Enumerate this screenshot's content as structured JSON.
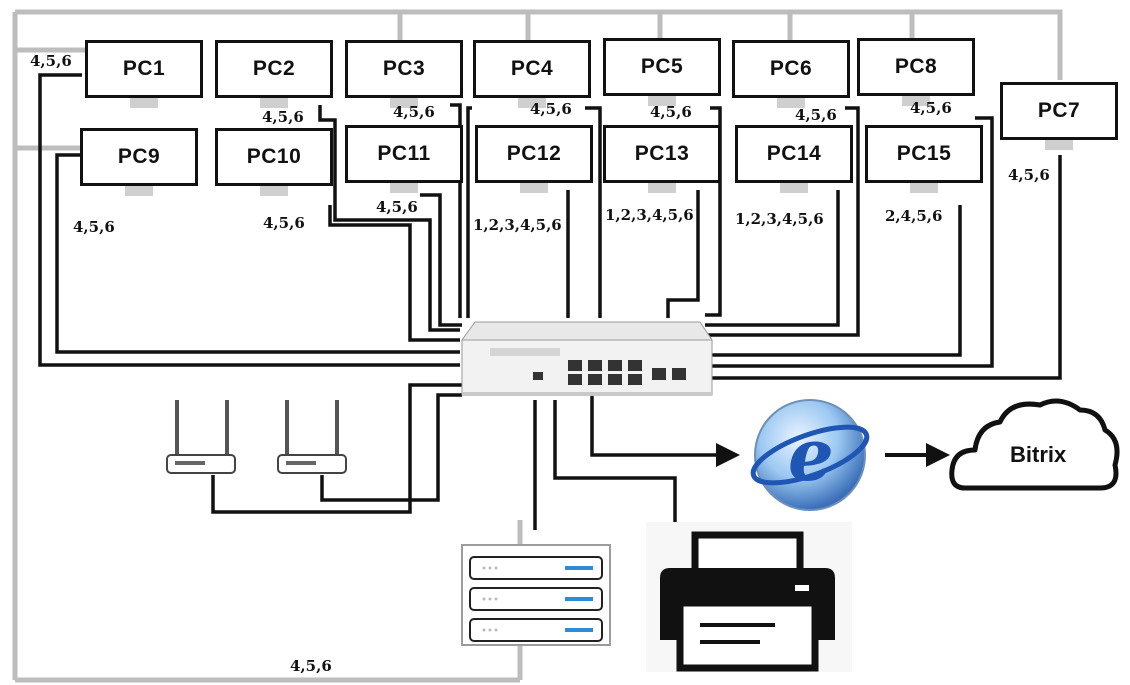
{
  "pcs": [
    {
      "id": "pc1",
      "label": "PC1"
    },
    {
      "id": "pc2",
      "label": "PC2"
    },
    {
      "id": "pc3",
      "label": "PC3"
    },
    {
      "id": "pc4",
      "label": "PC4"
    },
    {
      "id": "pc5",
      "label": "PC5"
    },
    {
      "id": "pc6",
      "label": "PC6"
    },
    {
      "id": "pc8",
      "label": "PC8"
    },
    {
      "id": "pc7",
      "label": "PC7"
    },
    {
      "id": "pc9",
      "label": "PC9"
    },
    {
      "id": "pc10",
      "label": "PC10"
    },
    {
      "id": "pc11",
      "label": "PC11"
    },
    {
      "id": "pc12",
      "label": "PC12"
    },
    {
      "id": "pc13",
      "label": "PC13"
    },
    {
      "id": "pc14",
      "label": "PC14"
    },
    {
      "id": "pc15",
      "label": "PC15"
    }
  ],
  "notes": {
    "pc1": "4,5,6",
    "pc2": "4,5,6",
    "pc3": "4,5,6",
    "pc4": "4,5,6",
    "pc5": "4,5,6",
    "pc6": "4,5,6",
    "pc8": "4,5,6",
    "pc7": "4,5,6",
    "pc9": "4,5,6",
    "pc10": "4,5,6",
    "pc11": "4,5,6",
    "pc12": "1,2,3,4,5,6",
    "pc13": "1,2,3,4,5,6",
    "pc14": "1,2,3,4,5,6",
    "pc15": "2,4,5,6",
    "bottom": "4,5,6"
  },
  "cloud": {
    "label": "Bitrix"
  },
  "icons": {
    "switch": "network-switch-icon",
    "router": "wireless-router-icon",
    "server": "server-rack-icon",
    "printer": "printer-icon",
    "browser": "internet-explorer-icon",
    "cloud": "cloud-icon"
  }
}
